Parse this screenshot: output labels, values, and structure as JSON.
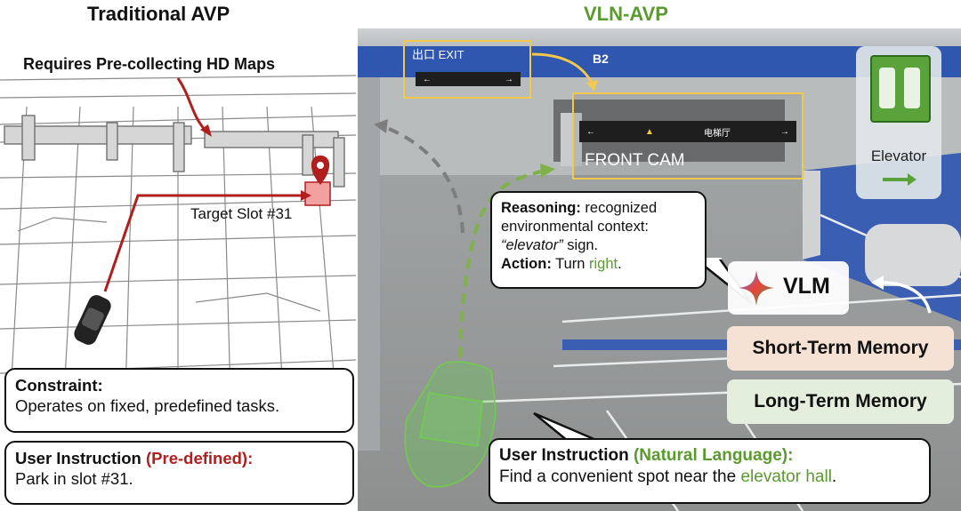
{
  "left_title": "Traditional AVP",
  "right_title": "VLN-AVP",
  "left": {
    "hd_map_label": "Requires Pre-collecting HD Maps",
    "target_slot_label": "Target Slot #31",
    "constraint_heading": "Constraint:",
    "constraint_text": "Operates on fixed, predefined tasks.",
    "instruction_heading": "User Instruction ",
    "instruction_tag": "(Pre-defined):",
    "instruction_text": "Park in slot #31."
  },
  "right": {
    "exit_sign_cn": "出口",
    "exit_sign_en": "EXIT",
    "level_label": "B2",
    "front_cam_label": "FRONT CAM",
    "sign_text_cn": "电梯厅",
    "elevator_label": "Elevator",
    "reasoning_heading": "Reasoning:",
    "reasoning_text_1": " recognized environmental context: ",
    "reasoning_quote": "“elevator”",
    "reasoning_text_2": " sign.",
    "action_heading": "Action:",
    "action_text": " Turn ",
    "action_value": "right",
    "action_end": ".",
    "vlm_label": "VLM",
    "short_term_memory": "Short-Term Memory",
    "long_term_memory": "Long-Term Memory",
    "instruction_heading": "User Instruction ",
    "instruction_tag": "(Natural Language):",
    "instruction_text": "Find a convenient spot near the ",
    "instruction_highlight": "elevator hall",
    "instruction_end": "."
  },
  "colors": {
    "red": "#b01e1e",
    "green": "#5a9a2e",
    "yellow": "#f2c94c",
    "short_mem_bg": "#f6e2d4",
    "long_mem_bg": "#e3efdc"
  }
}
